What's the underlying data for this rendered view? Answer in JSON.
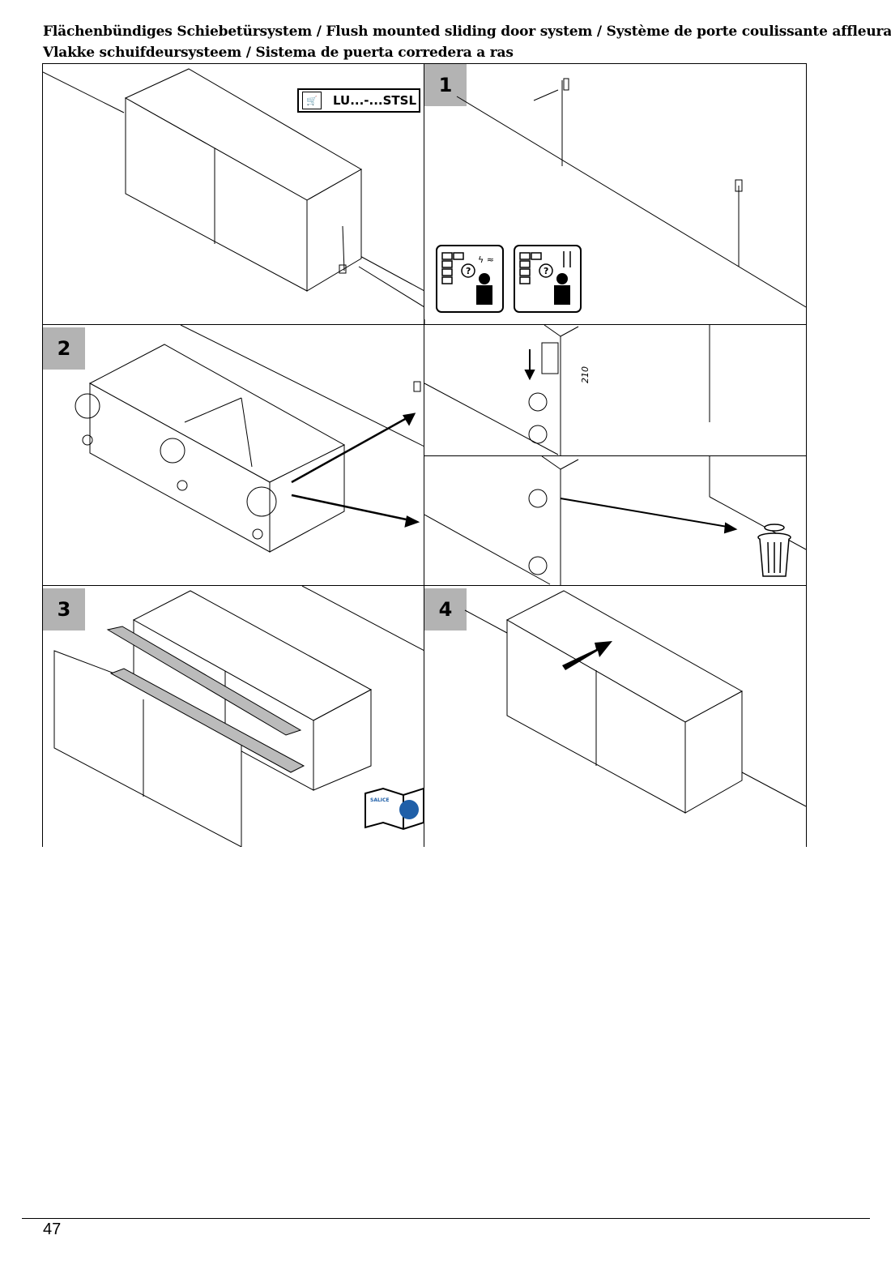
{
  "title": {
    "line1": "Flächenbündiges Schiebetürsystem / Flush mounted sliding door system / Système de porte coulissante affleurante /",
    "line2": "Vlakke schuifdeursysteem / Sistema de puerta corredera a ras"
  },
  "panels": {
    "overview": {
      "order_code": "LU...-...STSL",
      "cart_icon": "shopping-cart-icon"
    },
    "step1": {
      "number": "1",
      "icons": [
        "check-wall-utilities-icon",
        "check-wall-fixings-icon"
      ]
    },
    "step2": {
      "number": "2",
      "dimension": "210",
      "icons": [
        "trash-bin-icon"
      ]
    },
    "step3": {
      "number": "3",
      "manual_brand": "SALICE",
      "icons": [
        "read-manual-icon"
      ]
    },
    "step4": {
      "number": "4"
    }
  },
  "footer": {
    "page_number": "47"
  }
}
